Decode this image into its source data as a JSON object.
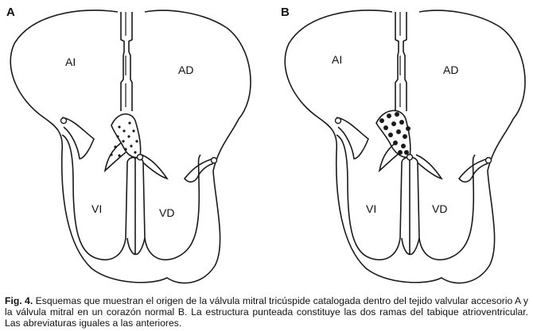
{
  "panels": [
    {
      "label": "A",
      "chambers": {
        "left_atrium": "AI",
        "right_atrium": "AD",
        "left_ventricle": "VI",
        "right_ventricle": "VD"
      },
      "accessory_tissue": "dotted"
    },
    {
      "label": "B",
      "chambers": {
        "left_atrium": "AI",
        "right_atrium": "AD",
        "left_ventricle": "VI",
        "right_ventricle": "VD"
      },
      "accessory_tissue": "dense-dots"
    }
  ],
  "caption": {
    "label": "Fig. 4.",
    "text": " Esquemas que muestran el origen de la válvula mitral tricúspide catalogada dentro del tejido valvular accesorio A y la válvula mitral en un corazón normal B. La estructura punteada constituye las dos ramas del tabique atrioventricular. Las abreviaturas iguales a las anteriores."
  },
  "colors": {
    "line": "#1a1a1a",
    "background": "#ffffff"
  }
}
